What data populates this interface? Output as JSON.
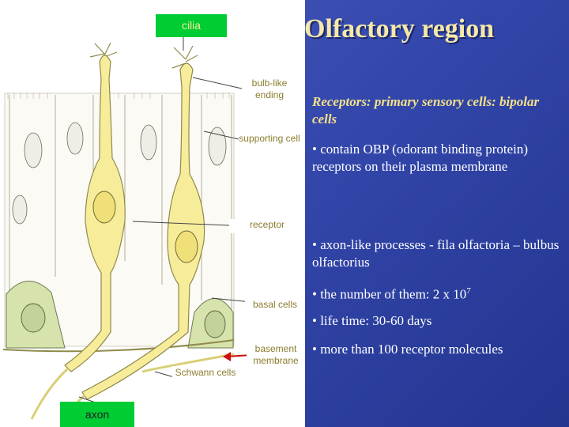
{
  "title": "Olfactory region",
  "labels": {
    "cilia": "cilia",
    "bulb": "bulb-like ending",
    "supporting": "supporting cell",
    "receptor": "receptor",
    "basal": "basal cells",
    "basement": "basement membrane",
    "schwann": "Schwann cells",
    "axon": "axon"
  },
  "subtitle": "Receptors: primary sensory cells: bipolar cells",
  "bullets": [
    "• contain OBP (odorant binding protein) receptors on their plasma membrane",
    "• axon-like processes - fila olfactoria – bulbus olfactorius",
    "• the number of them:  2 x 10",
    "• life time: 30-60 days",
    "• more than 100 receptor molecules"
  ],
  "exponent": "7",
  "colors": {
    "receptor_fill": "#f7ec9a",
    "receptor_stroke": "#8f8a4a",
    "label_box": "#00cc33",
    "title": "#f5e9a8"
  }
}
